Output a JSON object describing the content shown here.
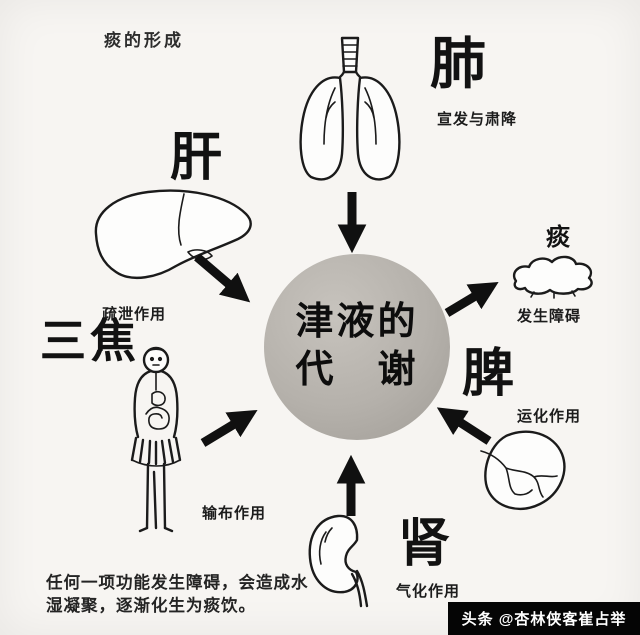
{
  "title": "痰的形成",
  "center": {
    "line1": "津液的",
    "line2": "代　谢"
  },
  "organs": {
    "lung": {
      "label": "肺",
      "caption": "宣发与肃降"
    },
    "liver": {
      "label": "肝",
      "caption": "疏泄作用"
    },
    "sanjiao": {
      "label": "三焦",
      "caption": "输布作用"
    },
    "spleen": {
      "label": "脾",
      "caption": "运化作用"
    },
    "kidney": {
      "label": "肾",
      "caption": "气化作用"
    },
    "phlegm": {
      "label": "痰",
      "caption": "发生障碍"
    }
  },
  "footer": {
    "line1": "任何一项功能发生障碍，会造成水",
    "line2": "湿凝聚，逐渐化生为痰饮。"
  },
  "watermark": "头条 @杏林侠客崔占举",
  "colors": {
    "background": "#f7f5f2",
    "ink": "#121212",
    "circle_light": "#c7c3bd",
    "circle_dark": "#a09c96",
    "watermark_bg": "#050505",
    "watermark_text": "#ffffff"
  }
}
